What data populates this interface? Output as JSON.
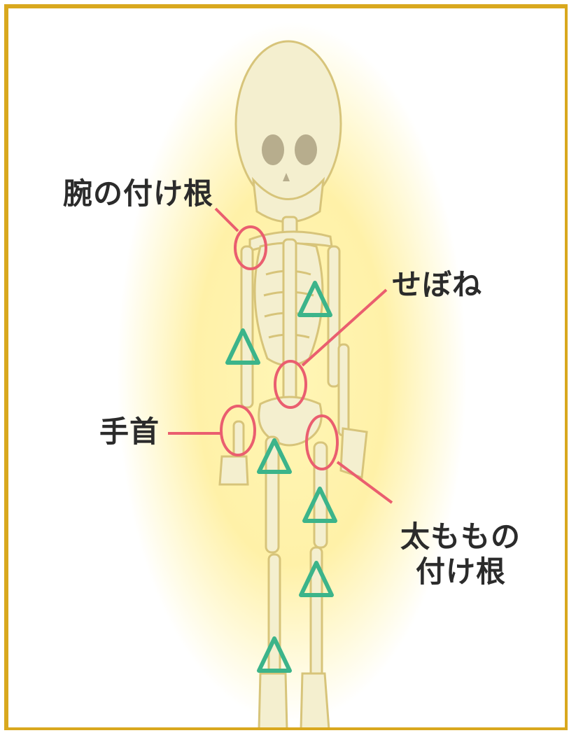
{
  "labels": {
    "arm_root": "腕の付け根",
    "spine": "せぼね",
    "wrist": "手首",
    "thigh_root_line1": "太ももの",
    "thigh_root_line2": "付け根"
  },
  "colors": {
    "frame": "#d9a81e",
    "glow": "#fff1a8",
    "bone": "#f4efcf",
    "bone_outline": "#d7c47a",
    "circle_marker": "#ea5e6f",
    "triangle_marker": "#3cb48a",
    "text": "#2b2b2b"
  }
}
